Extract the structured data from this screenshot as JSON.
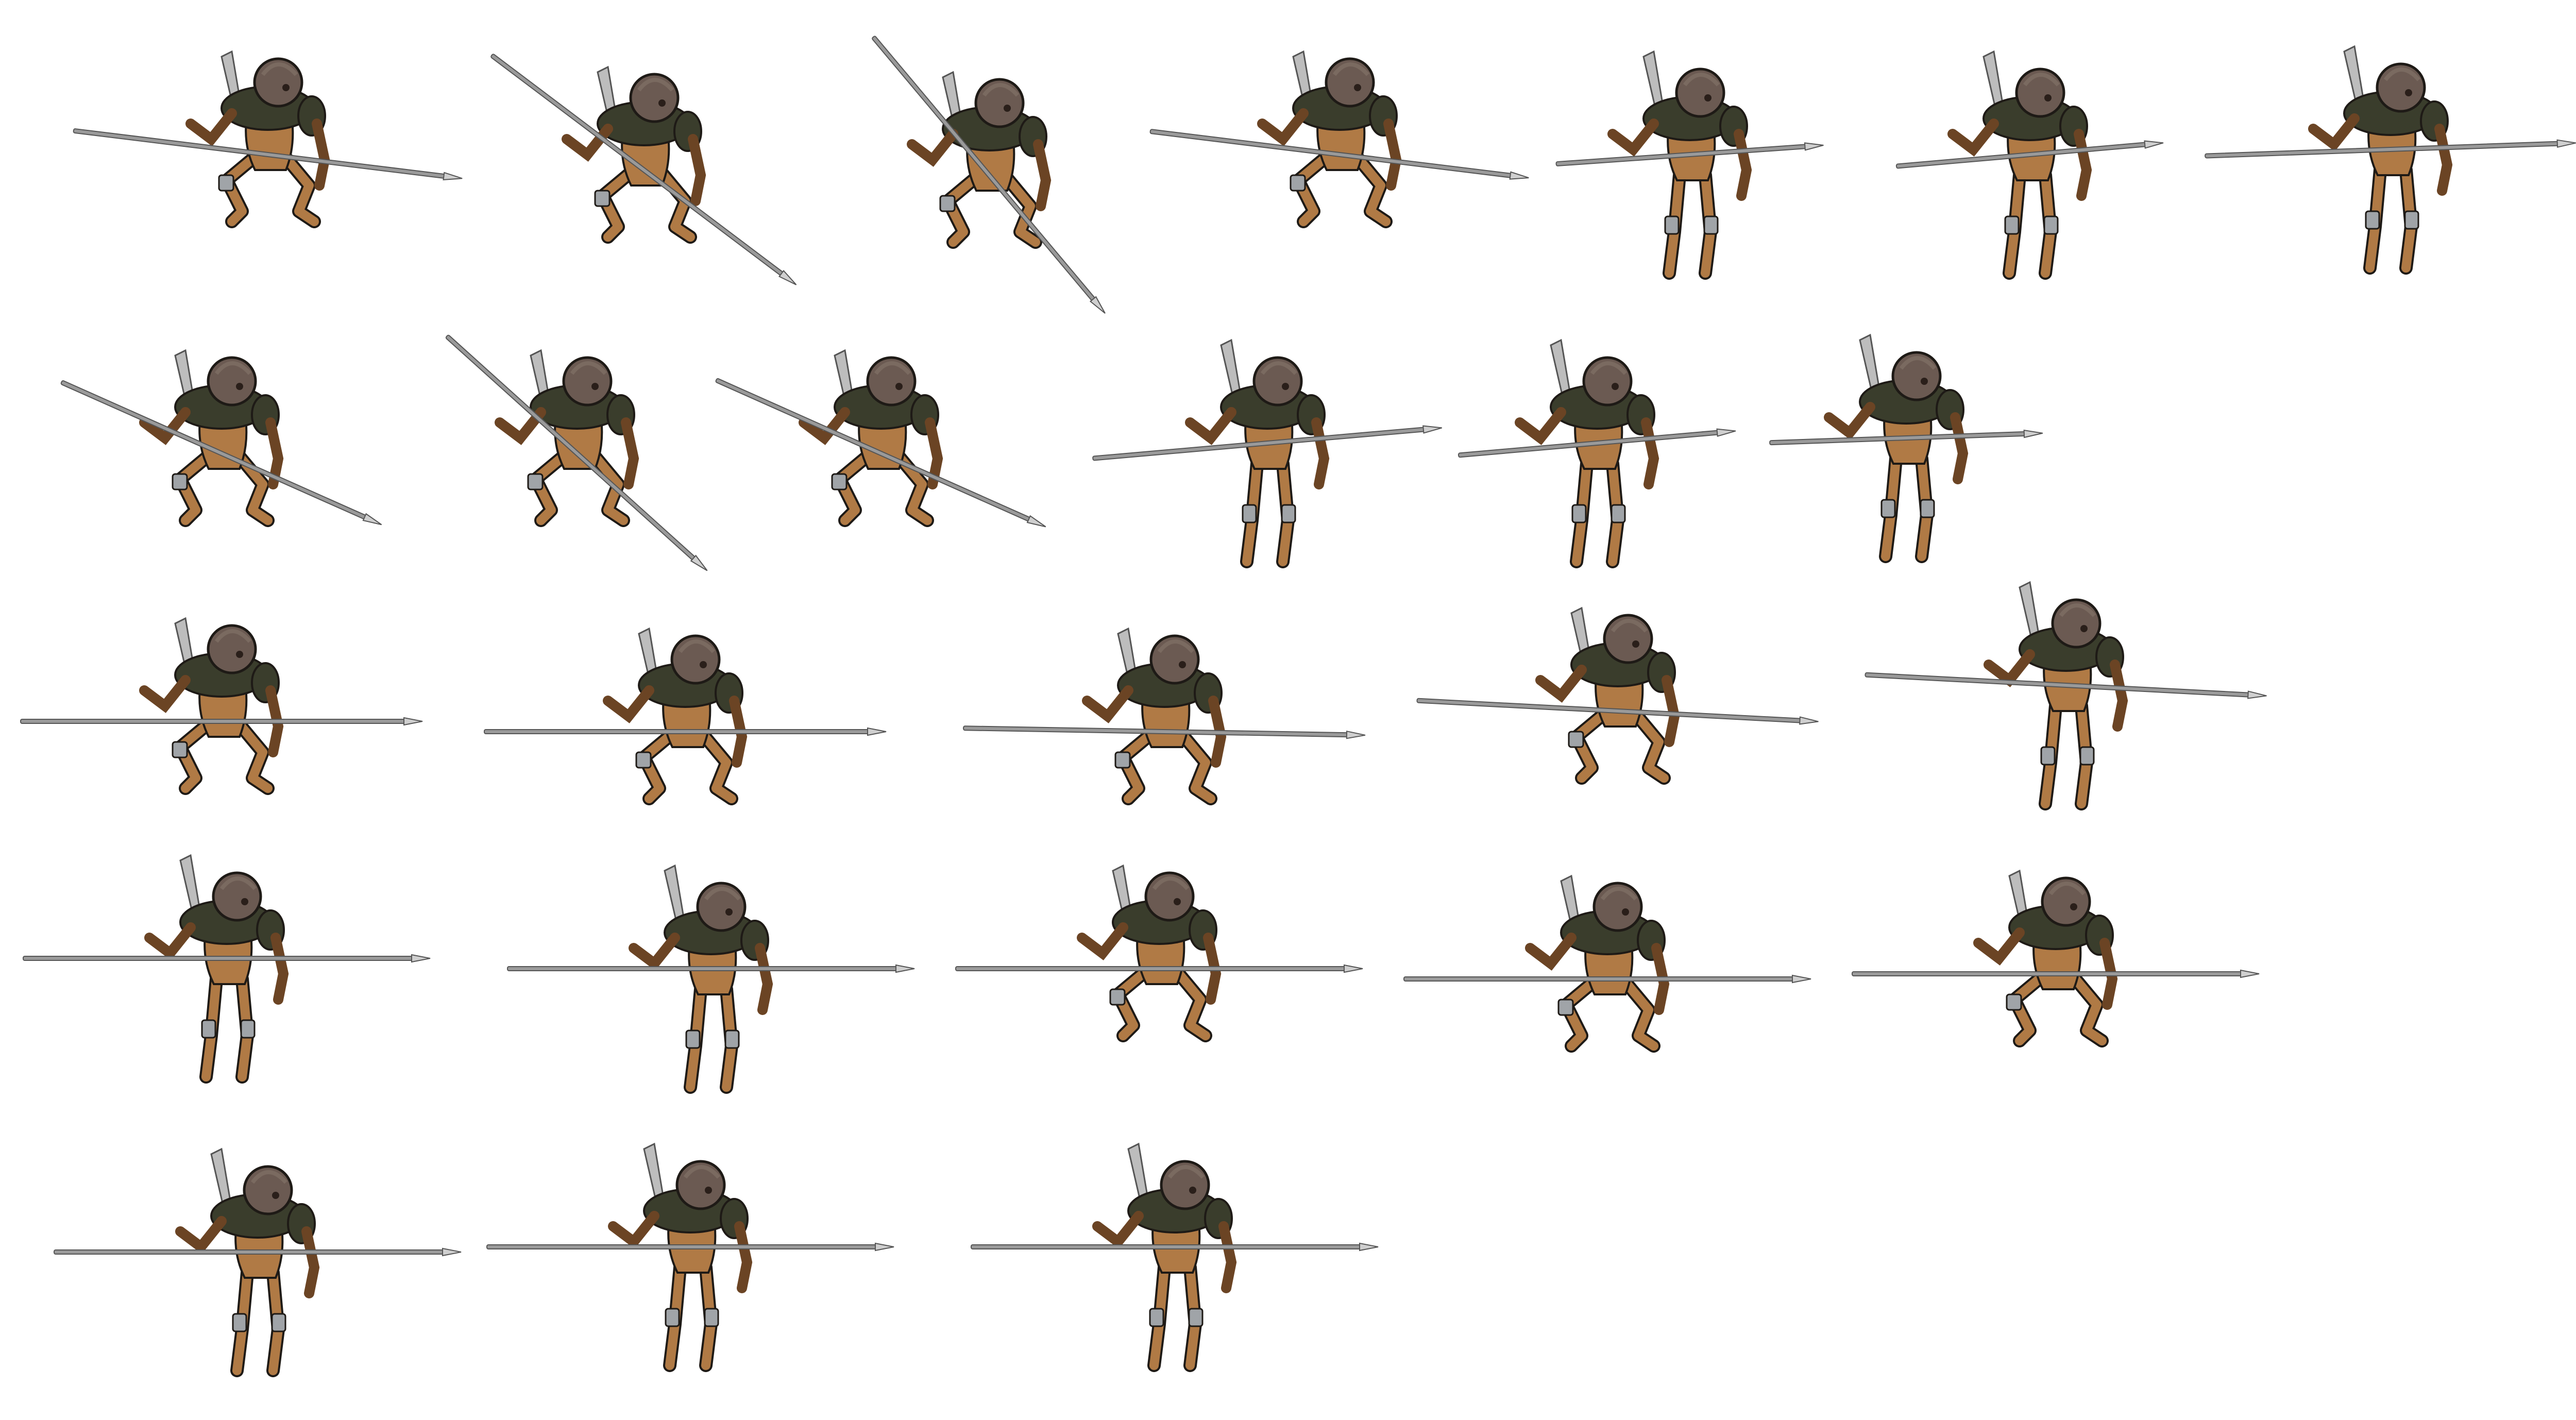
{
  "sheet": {
    "rows": [
      {
        "frames": [
          {
            "pose": "crouch",
            "spear": {
              "angle": 7,
              "len": 760
            }
          },
          {
            "pose": "crouch",
            "spear": {
              "angle": 37,
              "len": 740
            }
          },
          {
            "pose": "crouch",
            "spear": {
              "angle": 50,
              "len": 700
            }
          },
          {
            "pose": "crouch",
            "spear": {
              "angle": 7,
              "len": 740
            }
          },
          {
            "pose": "stand",
            "spear": {
              "angle": -4,
              "len": 520
            }
          },
          {
            "pose": "stand",
            "spear": {
              "angle": -5,
              "len": 520
            }
          },
          {
            "pose": "stand",
            "spear": {
              "angle": -2,
              "len": 720
            }
          }
        ]
      },
      {
        "frames": [
          {
            "pose": "crouch",
            "spear": {
              "angle": 24,
              "len": 680
            }
          },
          {
            "pose": "crouch",
            "spear": {
              "angle": 42,
              "len": 680
            }
          },
          {
            "pose": "crouch",
            "spear": {
              "angle": 24,
              "len": 700
            }
          },
          {
            "pose": "stand",
            "spear": {
              "angle": -5,
              "len": 680
            }
          },
          {
            "pose": "stand",
            "spear": {
              "angle": -5,
              "len": 540
            }
          },
          {
            "pose": "stand",
            "spear": {
              "angle": -2,
              "len": 530
            }
          }
        ]
      },
      {
        "frames": [
          {
            "pose": "crouch",
            "spear": {
              "angle": 0,
              "len": 780
            }
          },
          {
            "pose": "crouch",
            "spear": {
              "angle": 0,
              "len": 780
            }
          },
          {
            "pose": "crouch",
            "spear": {
              "angle": 1,
              "len": 780
            }
          },
          {
            "pose": "crouch",
            "spear": {
              "angle": 3,
              "len": 780
            }
          },
          {
            "pose": "stand",
            "spear": {
              "angle": 3,
              "len": 780
            }
          }
        ]
      },
      {
        "frames": [
          {
            "pose": "stand",
            "spear": {
              "angle": 0,
              "len": 790
            }
          },
          {
            "pose": "stand",
            "spear": {
              "angle": 0,
              "len": 790
            }
          },
          {
            "pose": "crouch",
            "spear": {
              "angle": 0,
              "len": 790
            }
          },
          {
            "pose": "crouch",
            "spear": {
              "angle": 0,
              "len": 790
            }
          },
          {
            "pose": "crouch",
            "spear": {
              "angle": 0,
              "len": 790
            }
          }
        ]
      },
      {
        "frames": [
          {
            "pose": "stand",
            "spear": {
              "angle": 0,
              "len": 790
            }
          },
          {
            "pose": "stand",
            "spear": {
              "angle": 0,
              "len": 790
            }
          },
          {
            "pose": "stand",
            "spear": {
              "angle": 0,
              "len": 790
            }
          }
        ]
      }
    ],
    "colors": {
      "background": "#ffffff",
      "spear_shaft": "#9a9a9a",
      "spear_edge": "#555555",
      "armor": "#3a3d2c",
      "armor_light": "#7a6a60",
      "skin": "#b07a45",
      "skin_dark": "#6b4424",
      "helmet": "#6b5a52",
      "outline": "#1e1a16"
    }
  }
}
